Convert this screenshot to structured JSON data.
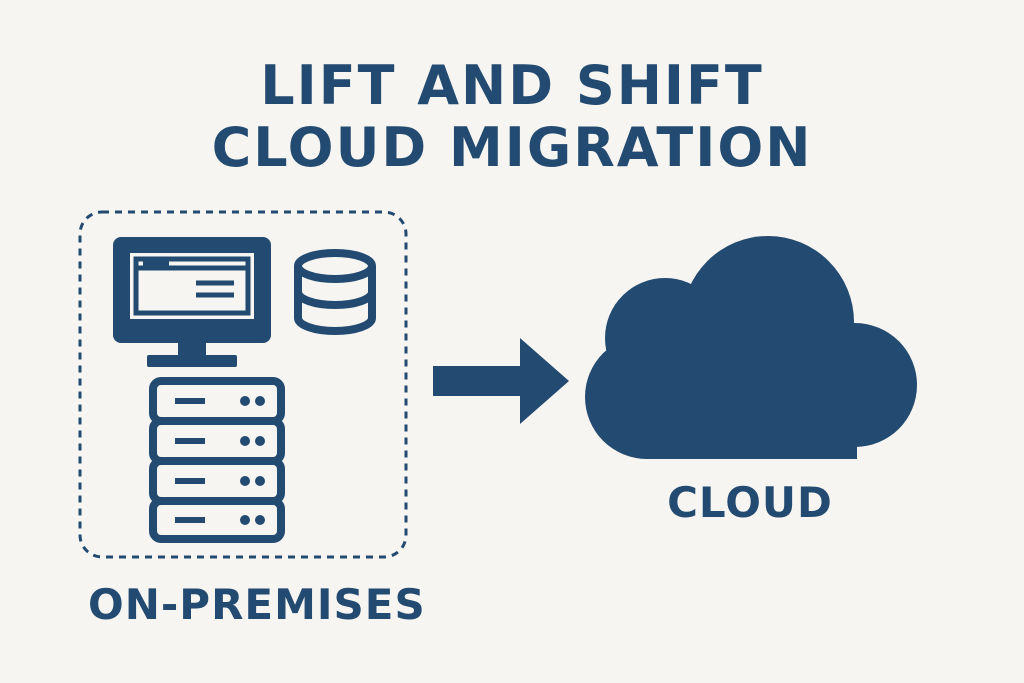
{
  "title": {
    "line1": "LIFT AND SHIFT",
    "line2": "CLOUD MIGRATION"
  },
  "source": {
    "label": "ON-PREMISES",
    "icons": [
      "monitor-icon",
      "database-icon",
      "server-rack-icon"
    ]
  },
  "target": {
    "label": "CLOUD",
    "icons": [
      "cloud-icon"
    ]
  },
  "connector": {
    "icon": "arrow-right-icon"
  },
  "colors": {
    "primary": "#234a70",
    "background": "#f6f5f1"
  }
}
